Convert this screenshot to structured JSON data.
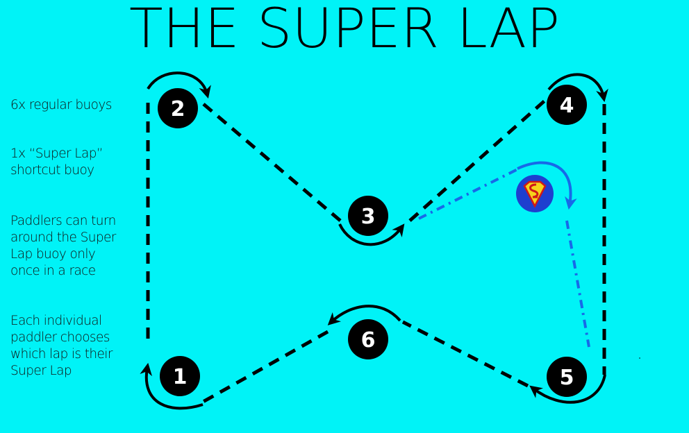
{
  "title": "THE SUPER LAP",
  "notes": [
    [
      "6x regular buoys"
    ],
    [
      "1x “Super Lap”",
      "shortcut buoy"
    ],
    [
      "Paddlers can turn",
      "around the Super",
      "Lap buoy only",
      "once in a race"
    ],
    [
      "Each individual",
      "paddler chooses",
      "which lap is their",
      "Super Lap"
    ]
  ],
  "buoys": [
    "1",
    "2",
    "3",
    "4",
    "5",
    "6"
  ],
  "super_buoy_icon": "superman-shield-icon",
  "colors": {
    "background": "#00f3f7",
    "course": "#000000",
    "shortcut": "#1769e8",
    "super_buoy": "#1e3fcf"
  }
}
